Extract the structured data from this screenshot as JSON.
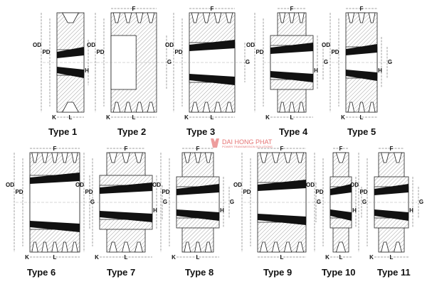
{
  "watermark": {
    "brand": "DAI HONG PHAT",
    "tagline": "POWER TRANSMISSION SOLUTIONS",
    "color": "#e57373"
  },
  "colors": {
    "line": "#222222",
    "hatch": "#777777",
    "bushing": "#111111"
  },
  "types": [
    {
      "title": "Type 1",
      "dims": {
        "OD": "OD",
        "PD": "PD",
        "H": "H",
        "L": "L",
        "K": "K"
      }
    },
    {
      "title": "Type 2",
      "dims": {
        "F": "F",
        "OD": "OD",
        "PD": "PD",
        "G": "G",
        "L": "L",
        "K": "K"
      }
    },
    {
      "title": "Type 3",
      "dims": {
        "F": "F",
        "OD": "OD",
        "PD": "PD",
        "G": "G",
        "K": "K",
        "L": "L"
      }
    },
    {
      "title": "Type 4",
      "dims": {
        "F": "F",
        "OD": "OD",
        "PD": "PD",
        "H": "H",
        "G": "G",
        "K": "K",
        "L": "L"
      }
    },
    {
      "title": "Type 5",
      "dims": {
        "F": "F",
        "OD": "OD",
        "PD": "PD",
        "H": "H",
        "G": "G",
        "K": "K",
        "L": "L"
      }
    },
    {
      "title": "Type 6",
      "dims": {
        "F": "F",
        "OD": "OD",
        "PD": "PD",
        "G": "G",
        "K": "K",
        "L": "L"
      }
    },
    {
      "title": "Type 7",
      "dims": {
        "F": "F",
        "OD": "OD",
        "PD": "PD",
        "H": "H",
        "G": "G",
        "K": "K",
        "L": "L"
      }
    },
    {
      "title": "Type 8",
      "dims": {
        "F": "F",
        "OD": "OD",
        "PD": "PD",
        "H": "H",
        "G": "G",
        "K": "K",
        "L": "L"
      }
    },
    {
      "title": "Type 9",
      "dims": {
        "F": "F",
        "OD": "OD",
        "PD": "PD",
        "G": "G",
        "L": "L"
      }
    },
    {
      "title": "Type 10",
      "dims": {
        "F": "F",
        "OD": "OD",
        "PD": "PD",
        "H": "H",
        "G": "G",
        "K": "K",
        "L": "L"
      }
    },
    {
      "title": "Type 11",
      "dims": {
        "F": "F",
        "OD": "OD",
        "PD": "PD",
        "H": "H",
        "G": "G",
        "K": "K",
        "L": "L"
      }
    }
  ]
}
